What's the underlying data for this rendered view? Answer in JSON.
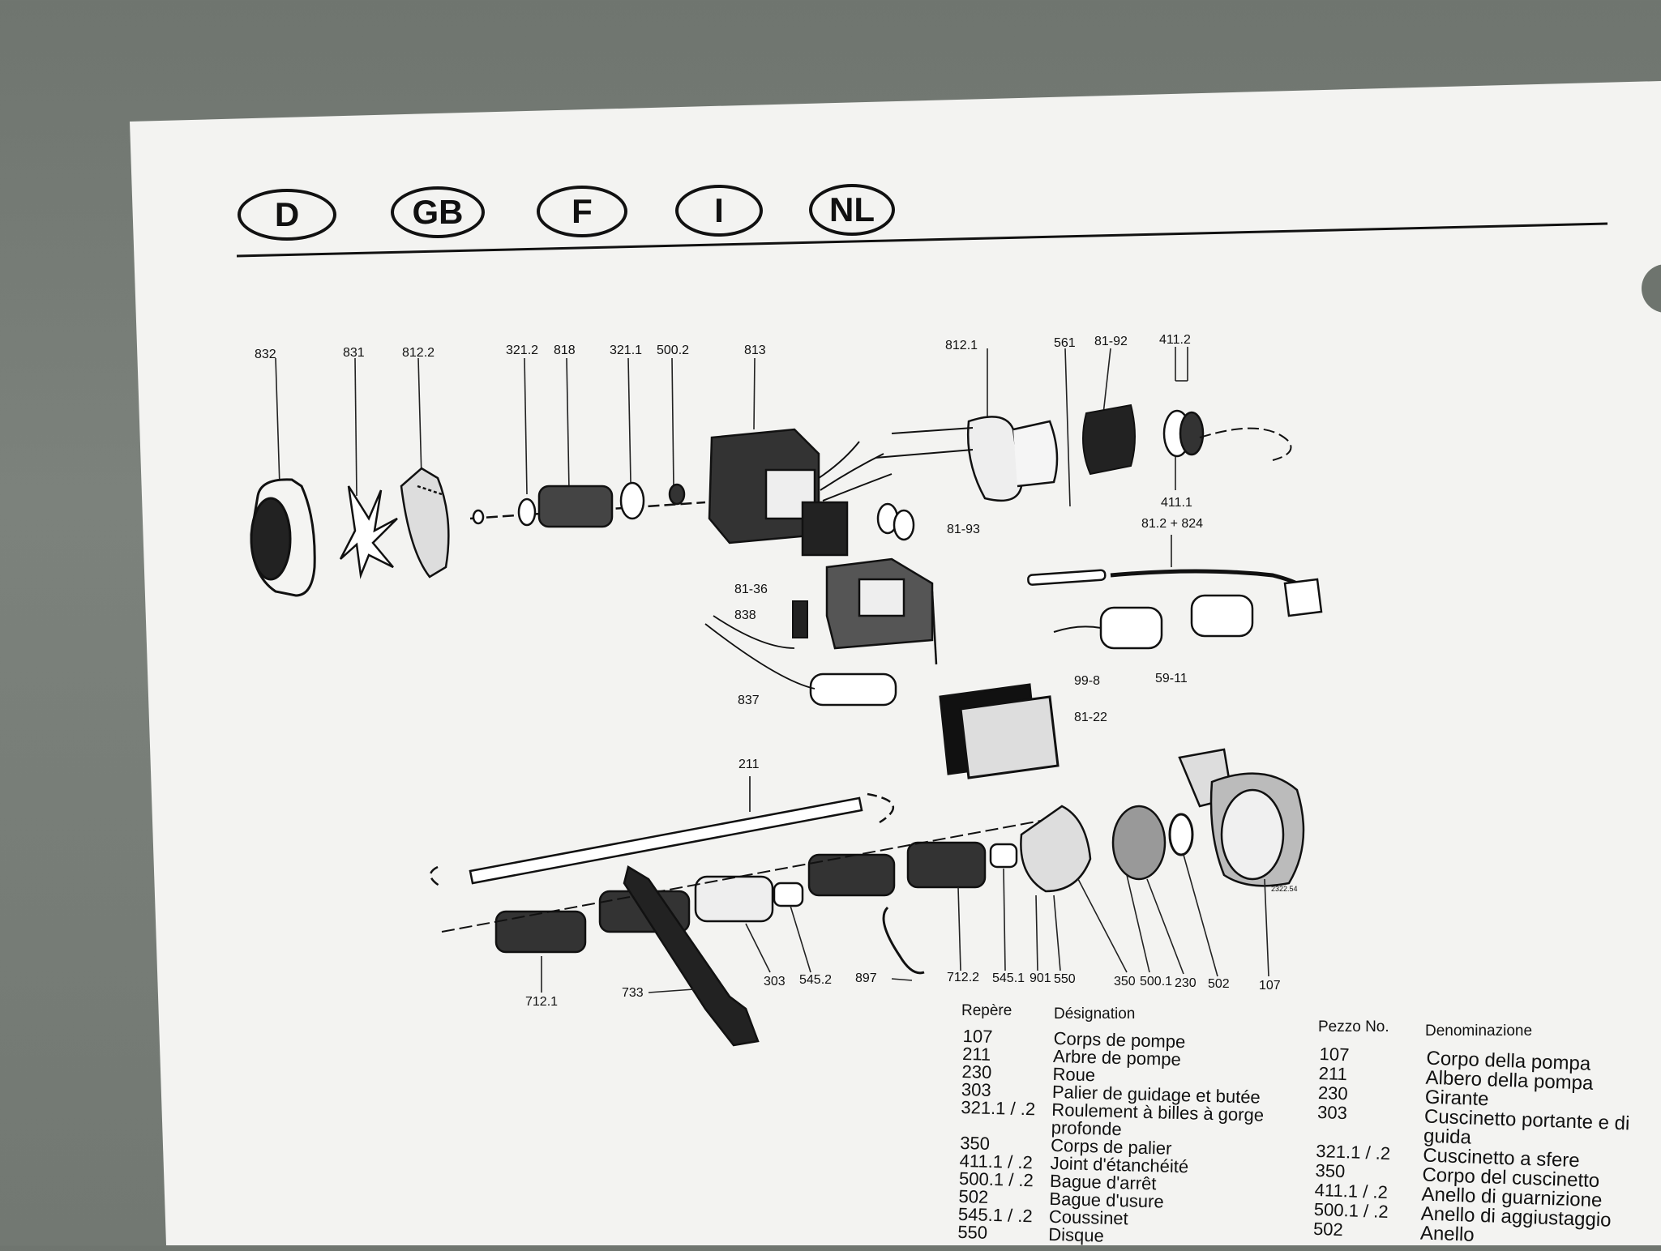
{
  "languages": [
    "D",
    "GB",
    "F",
    "I",
    "NL"
  ],
  "part_labels": [
    "832",
    "831",
    "812.2",
    "321.2",
    "818",
    "321.1",
    "500.2",
    "813",
    "812.1",
    "561",
    "81-92",
    "411.2",
    "411.1",
    "81.2 + 824",
    "81-93",
    "81-36",
    "838",
    "837",
    "99-8",
    "59-11",
    "81-22",
    "211",
    "712.1",
    "733",
    "303",
    "545.2",
    "897",
    "712.2",
    "545.1",
    "901",
    "550",
    "350",
    "500.1",
    "230",
    "502",
    "107",
    "2322.54"
  ],
  "legend_fr": {
    "header_ref": "Repère",
    "header_desc": "Désignation",
    "rows": [
      {
        "ref": "107",
        "desc": "Corps de pompe"
      },
      {
        "ref": "211",
        "desc": "Arbre de pompe"
      },
      {
        "ref": "230",
        "desc": "Roue"
      },
      {
        "ref": "303",
        "desc": "Palier de guidage et butée"
      },
      {
        "ref": "321.1 / .2",
        "desc": "Roulement à billes à gorge"
      },
      {
        "ref": "",
        "desc": "profonde"
      },
      {
        "ref": "350",
        "desc": "Corps de palier"
      },
      {
        "ref": "411.1 / .2",
        "desc": "Joint d'étanchéité"
      },
      {
        "ref": "500.1 / .2",
        "desc": "Bague d'arrêt"
      },
      {
        "ref": "502",
        "desc": "Bague d'usure"
      },
      {
        "ref": "545.1 / .2",
        "desc": "Coussinet"
      },
      {
        "ref": "550",
        "desc": "Disque"
      }
    ]
  },
  "legend_it": {
    "header_ref": "Pezzo No.",
    "header_desc": "Denominazione",
    "rows": [
      {
        "ref": "107",
        "desc": "Corpo della pompa"
      },
      {
        "ref": "211",
        "desc": "Albero della pompa"
      },
      {
        "ref": "230",
        "desc": "Girante"
      },
      {
        "ref": "303",
        "desc": "Cuscinetto portante e di"
      },
      {
        "ref": "",
        "desc": "guida"
      },
      {
        "ref": "321.1 / .2",
        "desc": "Cuscinetto a sfere"
      },
      {
        "ref": "350",
        "desc": "Corpo del cuscinetto"
      },
      {
        "ref": "411.1 / .2",
        "desc": "Anello di guarnizione"
      },
      {
        "ref": "500.1 / .2",
        "desc": "Anello di aggiustaggio"
      },
      {
        "ref": "502",
        "desc": "Anello"
      }
    ]
  }
}
